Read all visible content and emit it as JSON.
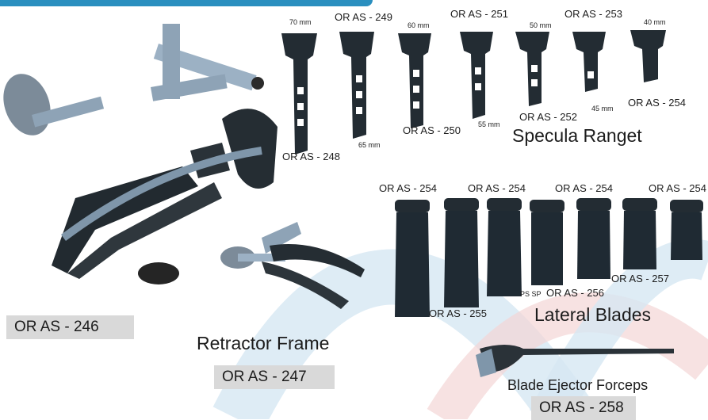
{
  "colors": {
    "accent": "#2a8fbf",
    "arc_blue": "#d6e7f2",
    "arc_red": "#f3d6d6",
    "metal_dark": "#232c33",
    "metal_light": "#8ba0b4"
  },
  "specula": {
    "title": "Specula Ranget",
    "sizes": [
      "70 mm",
      "65 mm",
      "60 mm",
      "55 mm",
      "50 mm",
      "45 mm",
      "40 mm"
    ],
    "codes": [
      "OR AS - 248",
      "OR AS - 249",
      "OR AS - 250",
      "OR AS - 251",
      "OR AS - 252",
      "OR AS - 253",
      "OR AS - 254"
    ]
  },
  "lateral": {
    "title": "Lateral Blades",
    "top_codes": [
      "OR AS - 254",
      "OR AS - 254",
      "OR AS - 254",
      "OR AS - 254"
    ],
    "bottom_codes": [
      "OR AS - 255",
      "PS SP",
      "OR AS - 256",
      "OR AS - 257"
    ]
  },
  "frame_large": {
    "code": "OR AS - 246"
  },
  "frame_small": {
    "title": "Retractor Frame",
    "code": "OR AS - 247"
  },
  "forceps": {
    "title": "Blade Ejector Forceps",
    "code": "OR AS - 258"
  }
}
